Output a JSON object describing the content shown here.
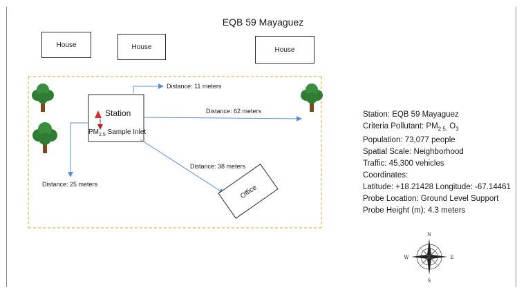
{
  "title": "EQB 59 Mayaguez",
  "houses": [
    "House",
    "House",
    "House"
  ],
  "station": {
    "label": "Station",
    "inlet_prefix": "PM",
    "inlet_sub": "2.5",
    "inlet_suffix": " Sample Inlet"
  },
  "office_label": "Office",
  "distances": {
    "north": "Distance: 11 meters",
    "east": "Distance: 62 meters",
    "west": "Distance: 25 meters",
    "office": "Distance: 38 meters"
  },
  "info": {
    "station": "Station: EQB 59 Mayaguez",
    "pollutant_prefix": "Criteria Pollutant: PM",
    "pollutant_sub1": "2.5,",
    "pollutant_mid": " O",
    "pollutant_sub2": "3",
    "population": "Population: 73,077 people",
    "spatial_scale": "Spatial Scale: Neighborhood",
    "traffic": "Traffic: 45,300 vehicles",
    "coordinates": "Coordinates:",
    "latlon": "Latitude: +18.21428 Longitude: -67.14461",
    "probe_location": "Probe Location: Ground Level Support",
    "probe_height": "Probe Height (m): 4.3 meters"
  },
  "compass": {
    "n": "N",
    "s": "S",
    "e": "E",
    "w": "W"
  },
  "colors": {
    "arrow": "#5b8fd6",
    "tree_leaf": "#2e7d32",
    "trunk": "#7a4a1f",
    "cone": "#d32f2f",
    "boundary": "#d9a030"
  }
}
